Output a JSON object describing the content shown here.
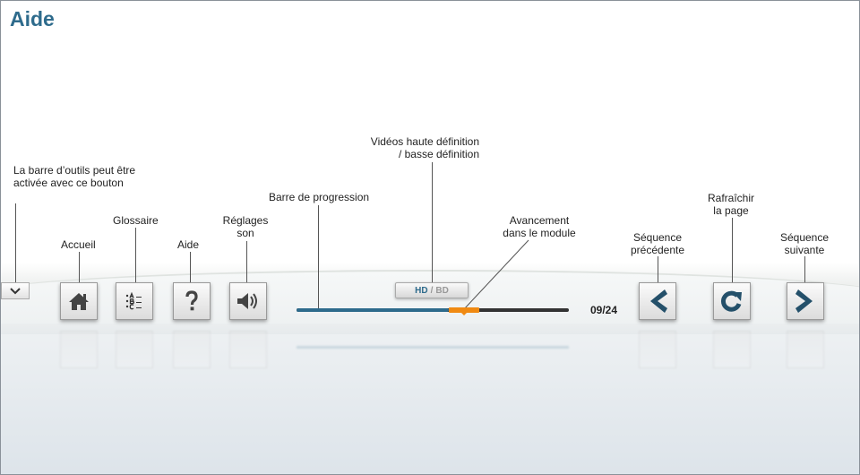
{
  "title": "Aide",
  "labels": {
    "toolbar_toggle": [
      "La barre d’outils peut être",
      "activée avec ce bouton"
    ],
    "home": "Accueil",
    "glossary": "Glossaire",
    "help": "Aide",
    "sound": [
      "Réglages",
      "son"
    ],
    "progress": "Barre de progression",
    "hd": [
      "Vidéos haute définition",
      "/ basse définition"
    ],
    "module": [
      "Avancement",
      "dans le module"
    ],
    "prev": [
      "Séquence",
      "précédente"
    ],
    "refresh": [
      "Rafraîchir",
      "la page"
    ],
    "next": [
      "Séquence",
      "suivante"
    ]
  },
  "quality": {
    "hd": "HD",
    "sep": "/",
    "bd": "BD",
    "selected": "HD"
  },
  "progress": {
    "fraction": 0.56,
    "module_start": 0.56,
    "module_end": 0.67,
    "counter": "09/24"
  },
  "colors": {
    "accent": "#2e6b8c",
    "module": "#f08a12"
  }
}
